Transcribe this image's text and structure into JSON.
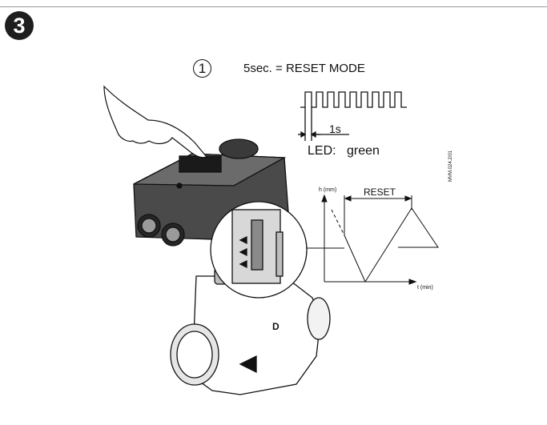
{
  "step": {
    "number": "3"
  },
  "instruction": {
    "step_marker": "1",
    "text": "5sec. = RESET MODE"
  },
  "blink": {
    "interval": "1s",
    "led_label": "LED:",
    "led_color": "green"
  },
  "graph": {
    "y_label": "h (mm)",
    "x_label": "t (min)",
    "reset_label": "RESET"
  },
  "doc_code": "MVM.024.2/01",
  "icons": [
    "hand-icon",
    "actuator-icon",
    "valve-body-icon",
    "flow-arrow-icon",
    "magnifier-detail-icon"
  ]
}
